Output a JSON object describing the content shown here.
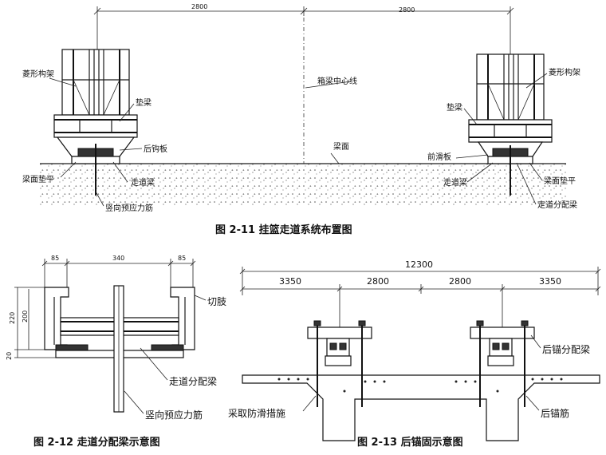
{
  "fig11": {
    "caption": "图 2-11  挂篮走道系统布置图",
    "dim_left": "2800",
    "dim_right": "2800",
    "label_diamond_left": "菱形构架",
    "label_diamond_right": "菱形构架",
    "label_centerline": "箱梁中心线",
    "label_pad_left": "垫梁",
    "label_pad_right": "垫梁",
    "label_beam_surface": "梁面",
    "label_rear_hook_left": "后钩板",
    "label_front_slide": "前滑板",
    "label_deck_left": "梁面垫平",
    "label_deck_right": "梁面垫平",
    "label_track_left": "走道梁",
    "label_track_right": "走道梁",
    "label_prestress": "竖向预应力筋",
    "label_distrib": "走道分配梁"
  },
  "fig12": {
    "caption": "图 2-12  走道分配梁示意图",
    "dim_85a": "85",
    "dim_340": "340",
    "dim_85b": "85",
    "dim_220": "220",
    "dim_200": "200",
    "dim_20": "20",
    "label_cut": "切肢",
    "label_distrib": "走道分配梁",
    "label_prestress": "竖向预应力筋"
  },
  "fig13": {
    "caption": "图 2-13    后锚固示意图",
    "dim_total": "12300",
    "dim_a": "3350",
    "dim_b": "2800",
    "dim_c": "2800",
    "dim_d": "3350",
    "label_anchor_distrib": "后锚分配梁",
    "label_antislip": "采取防滑措施",
    "label_anchor_bar": "后锚筋"
  }
}
